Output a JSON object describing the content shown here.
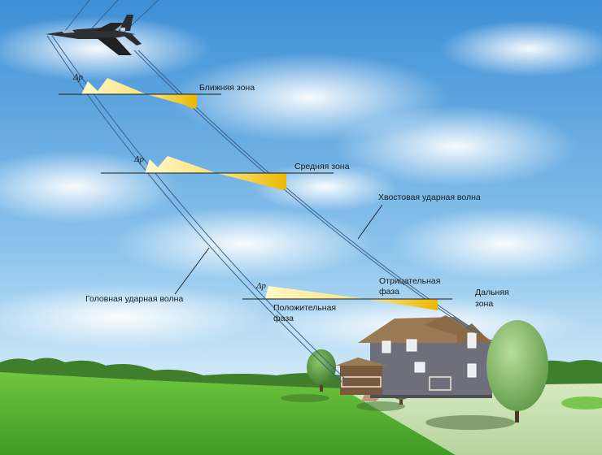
{
  "zones": {
    "near": "Ближняя зона",
    "middle": "Средняя зона",
    "far_line1": "Дальняя",
    "far_line2": "зона"
  },
  "waves": {
    "head": "Головная ударная волна",
    "tail": "Хвостовая ударная волна"
  },
  "phases": {
    "negative_line1": "Отрицательная",
    "negative_line2": "фаза",
    "positive_line1": "Положительная",
    "positive_line2": "фаза"
  },
  "pressure_symbol": "Δp",
  "colors": {
    "sky_top": "#3d8fd6",
    "sky_bottom": "#c9e6f7",
    "grass": "#5fb83a",
    "wave_line": "#3a5f8f",
    "profile_light": "#fff3a8",
    "profile_dark": "#f2c200"
  }
}
